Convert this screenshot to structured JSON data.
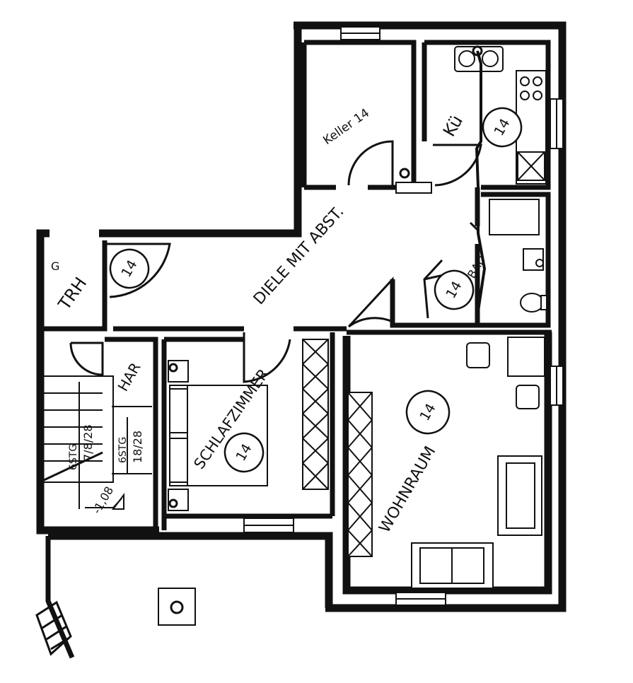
{
  "rooms": {
    "keller": "Keller 14",
    "kueche": "Kü",
    "diele": "DIELE MIT ABST.",
    "bad": "BAD",
    "trh": "TRH",
    "g": "G",
    "har": "HAR",
    "schlafzimmer": "SCHLAFZIMMER",
    "wohnraum": "WOHNRAUM"
  },
  "markers": {
    "kueche": "14",
    "trh": "14",
    "bad": "14",
    "schlafzimmer": "14",
    "wohnraum": "14"
  },
  "stairs": {
    "label_a": "6STG",
    "label_a_ratio": "7/8/28",
    "label_b": "6STG",
    "label_b_ratio": "18/28",
    "level": "-1,08"
  }
}
